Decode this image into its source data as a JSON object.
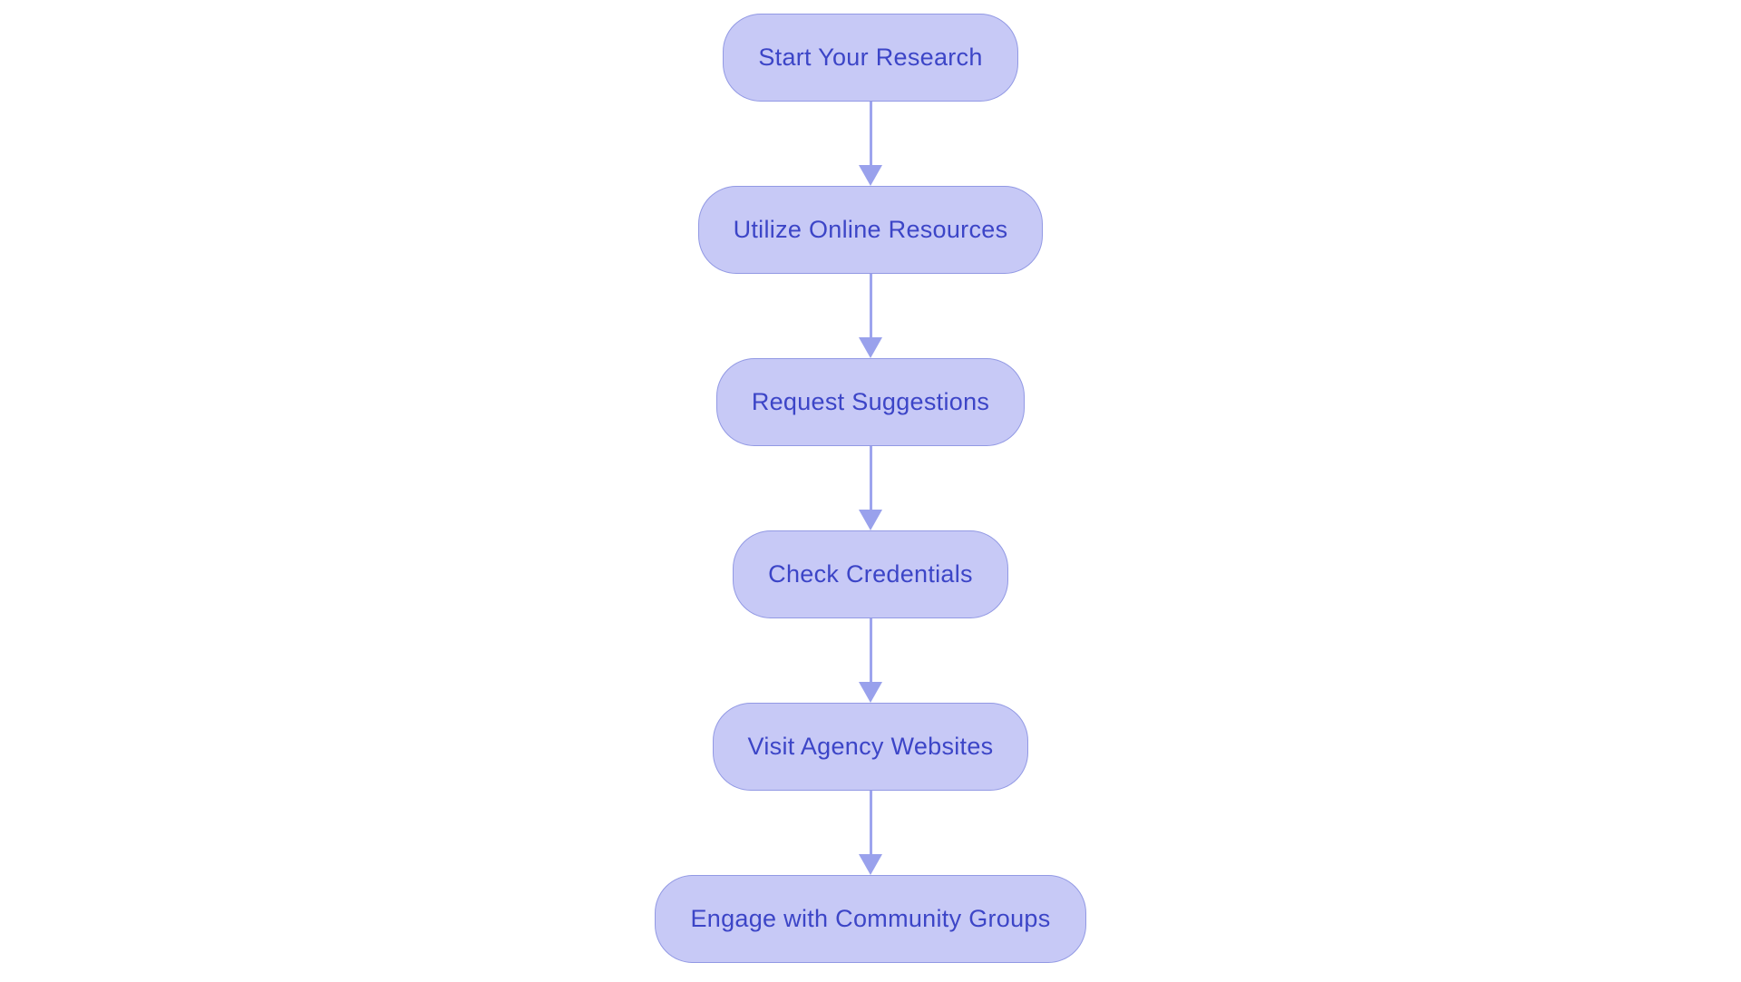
{
  "diagram": {
    "type": "flowchart",
    "direction": "top-down",
    "background_color": "#ffffff",
    "node_fill_color": "#c7c9f6",
    "node_border_color": "#9299e4",
    "node_text_color": "#3c45c7",
    "arrow_color": "#99a1ec",
    "nodes": [
      {
        "id": "start-your-research",
        "shape": "stadium",
        "label": "Start Your Research"
      },
      {
        "id": "utilize-online-resources",
        "shape": "stadium",
        "label": "Utilize Online Resources"
      },
      {
        "id": "request-suggestions",
        "shape": "stadium",
        "label": "Request Suggestions"
      },
      {
        "id": "check-credentials",
        "shape": "stadium",
        "label": "Check Credentials"
      },
      {
        "id": "visit-agency-websites",
        "shape": "stadium",
        "label": "Visit Agency Websites"
      },
      {
        "id": "engage-with-community-groups",
        "shape": "stadium",
        "label": "Engage with Community Groups"
      }
    ],
    "edges": [
      {
        "from": "start-your-research",
        "to": "utilize-online-resources",
        "style": "arrow-down"
      },
      {
        "from": "utilize-online-resources",
        "to": "request-suggestions",
        "style": "arrow-down"
      },
      {
        "from": "request-suggestions",
        "to": "check-credentials",
        "style": "arrow-down"
      },
      {
        "from": "check-credentials",
        "to": "visit-agency-websites",
        "style": "arrow-down"
      },
      {
        "from": "visit-agency-websites",
        "to": "engage-with-community-groups",
        "style": "arrow-down"
      }
    ]
  }
}
